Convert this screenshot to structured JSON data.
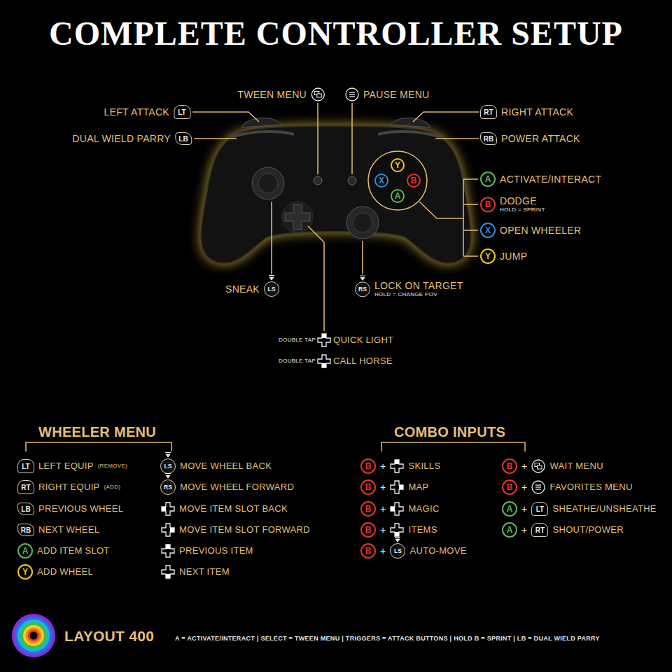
{
  "diagram": {
    "title": "COMPLETE CONTROLLER SETUP",
    "nodes": [
      {
        "text": [
          "LT"
        ]
      },
      {
        "text": [
          "RT"
        ]
      },
      {
        "text": [
          "LB"
        ]
      },
      {
        "text": [
          "RB"
        ]
      },
      {
        "text": [
          "Y"
        ]
      },
      {
        "text": [
          "X"
        ]
      },
      {
        "text": [
          "B"
        ]
      },
      {
        "text": [
          "A"
        ]
      },
      {
        "text": [
          "A"
        ]
      },
      {
        "text": [
          "B"
        ]
      },
      {
        "text": [
          "X"
        ]
      },
      {
        "text": [
          "Y"
        ]
      },
      {
        "text": [
          "LS"
        ]
      },
      {
        "text": [
          "RS"
        ]
      },
      {
        "text": [
          "LT"
        ]
      },
      {
        "text": [
          "RT"
        ]
      },
      {
        "text": [
          "LB"
        ]
      },
      {
        "text": [
          "RB"
        ]
      },
      {
        "text": [
          "A"
        ]
      },
      {
        "text": [
          "Y"
        ]
      },
      {
        "text": [
          "LS"
        ]
      },
      {
        "text": [
          "RS"
        ]
      },
      {
        "text": [
          "B"
        ]
      },
      {
        "text": [
          "B"
        ]
      },
      {
        "text": [
          "B"
        ]
      },
      {
        "text": [
          "B"
        ]
      },
      {
        "text": [
          "B"
        ]
      },
      {
        "text": [
          "LS"
        ]
      },
      {
        "text": [
          "B"
        ]
      },
      {
        "text": [
          "B"
        ]
      },
      {
        "text": [
          "A"
        ]
      },
      {
        "text": [
          "LT"
        ]
      },
      {
        "text": [
          "A"
        ]
      },
      {
        "text": [
          "RT"
        ]
      }
    ],
    "labels": [
      "TWEEN MENU",
      "PAUSE MENU",
      "LEFT ATTACK",
      "RIGHT ATTACK",
      "DUAL WIELD PARRY",
      "POWER ATTACK",
      "ACTIVATE/INTERACT",
      "DODGE",
      "HOLD = SPRINT",
      "OPEN WHEELER",
      "JUMP",
      "SNEAK",
      "LOCK ON TARGET",
      "HOLD = CHANGE POV",
      "DOUBLE TAP",
      "QUICK LIGHT",
      "DOUBLE TAP",
      "CALL HORSE",
      "WHEELER MENU",
      "LEFT EQUIP",
      "(REMOVE)",
      "RIGHT EQUIP",
      "(ADD)",
      "PREVIOUS WHEEL",
      "NEXT WHEEL",
      "ADD ITEM SLOT",
      "ADD WHEEL",
      "MOVE WHEEL BACK",
      "MOVE WHEEL FORWARD",
      "MOVE ITEM SLOT BACK",
      "MOVE ITEM SLOT FORWARD",
      "PREVIOUS ITEM",
      "NEXT ITEM",
      "COMBO INPUTS",
      "+",
      "SKILLS",
      "+",
      "MAP",
      "+",
      "MAGIC",
      "+",
      "ITEMS",
      "+",
      "AUTO-MOVE",
      "+",
      "WAIT MENU",
      "+",
      "FAVORITES MENU",
      "+",
      "SHEATHE/UNSHEATHE",
      "+",
      "SHOUT/POWER",
      "LAYOUT 400",
      "A = ACTIVATE/INTERACT | SELECT = TWEEN MENU | TRIGGERS = ATTACK BUTTONS | HOLD B = SPRINT | LB = DUAL WIELD PARRY"
    ]
  }
}
